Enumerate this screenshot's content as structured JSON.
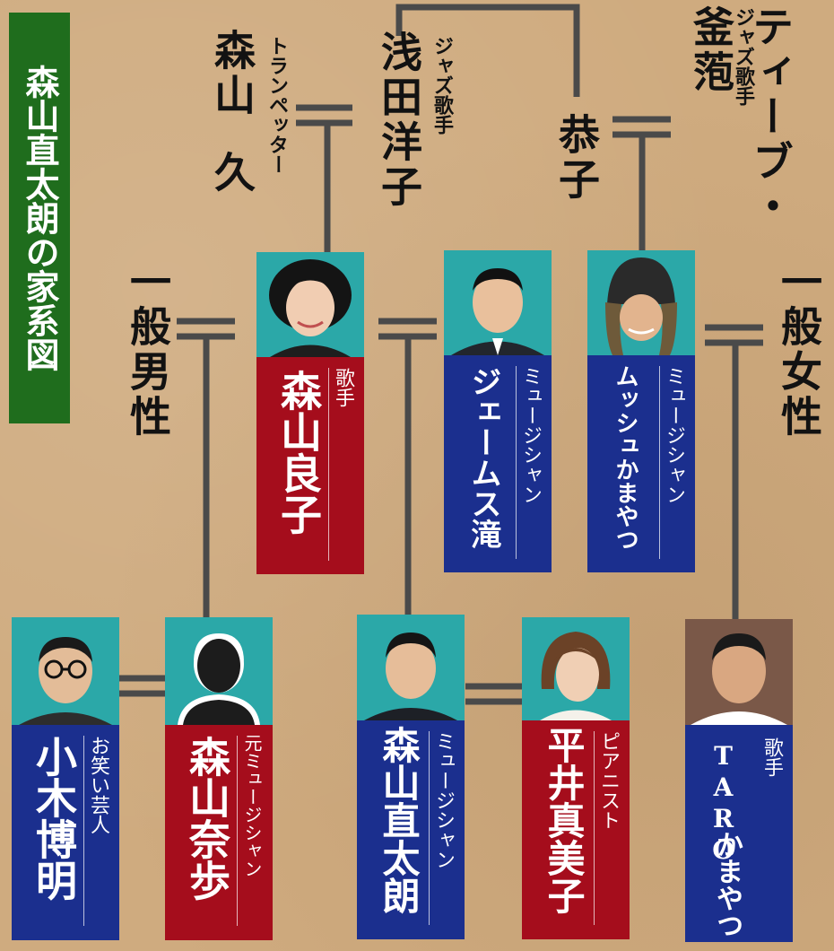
{
  "title": "森山直太朗の家系図",
  "gen1": {
    "morimoto_hisashi": {
      "occupation": "トランペッター",
      "name_line1": "森山",
      "name_line2": "久"
    },
    "asada_yoko": {
      "occupation": "ジャズ歌手",
      "name": "浅田洋子"
    },
    "kyoko": {
      "name": "恭子"
    },
    "tivu_kamasu": {
      "occupation": "ジャズ歌手",
      "name": "ティーブ・釜萢"
    }
  },
  "gen2": {
    "ippan_dansei": {
      "name": "一般男性"
    },
    "moriyama_ryoko": {
      "occupation": "歌手",
      "name": "森山良子"
    },
    "james_taki": {
      "occupation": "ミュージシャン",
      "name": "ジェームス滝"
    },
    "mussh_kamayatsu": {
      "occupation": "ミュージシャン",
      "name": "ムッシュかまやつ"
    },
    "ippan_josei": {
      "name": "一般女性"
    }
  },
  "gen3": {
    "kogi_hiroaki": {
      "occupation": "お笑い芸人",
      "name": "小木博明"
    },
    "moriyama_naho": {
      "occupation": "元ミュージシャン",
      "name": "森山奈歩"
    },
    "moriyama_naotaro": {
      "occupation": "ミュージシャン",
      "name": "森山直太朗"
    },
    "hirai_mamiko": {
      "occupation": "ピアニスト",
      "name": "平井真美子"
    },
    "taro_kamayatsu": {
      "occupation": "歌手",
      "name_line1": "TARO",
      "name_line2": "かまやつ"
    }
  },
  "colors": {
    "background": "#cfab7f",
    "line": "#4a4a4a",
    "title_bg": "#1f6d1d",
    "plate_red": "#a50d1c",
    "plate_blue": "#1b2f8e",
    "photo_bg": "#2ba8a8"
  }
}
